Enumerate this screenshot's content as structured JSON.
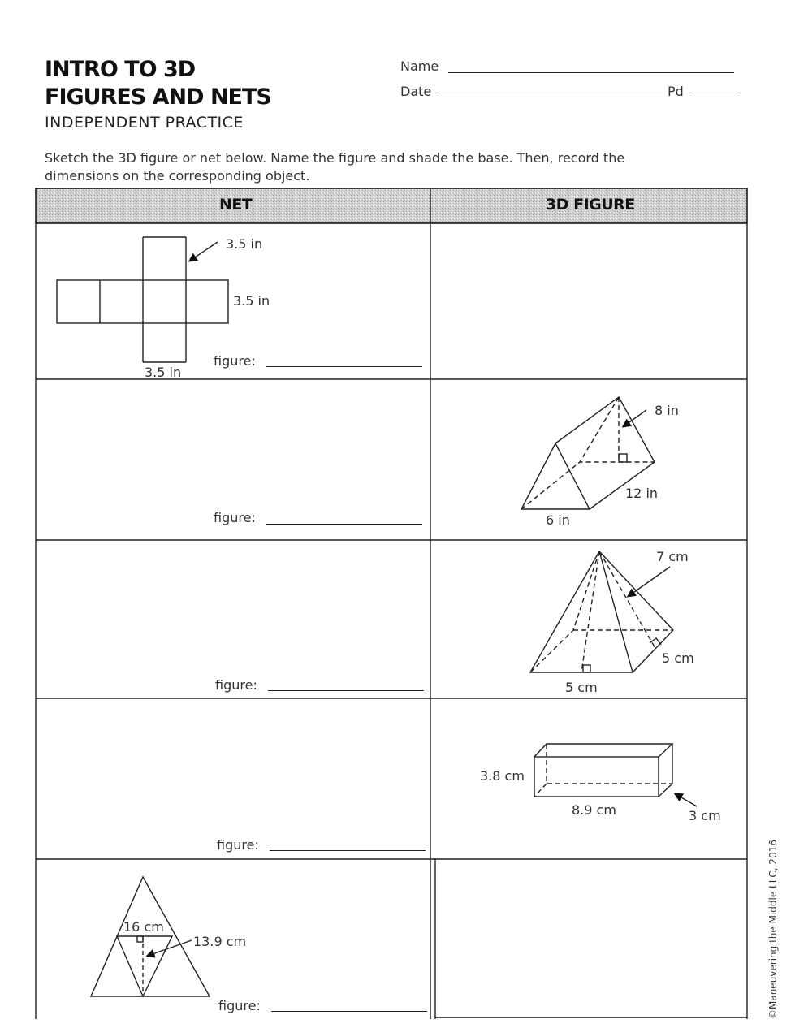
{
  "header": {
    "title_line1": "INTRO TO 3D",
    "title_line2": "FIGURES AND NETS",
    "subtitle": "INDEPENDENT PRACTICE",
    "name_label": "Name",
    "date_label": "Date",
    "pd_label": "Pd"
  },
  "instructions": {
    "line1": "Sketch the 3D figure or net below. Name the figure and shade the base. Then, record the",
    "line2": "dimensions on the corresponding object."
  },
  "table": {
    "col_net": "NET",
    "col_3d": "3D FIGURE",
    "figure_label": "figure:",
    "rows": [
      {
        "labels": [
          "3.5 in",
          "3.5 in",
          "3.5 in"
        ]
      },
      {
        "labels": [
          "8 in",
          "12 in",
          "6 in"
        ]
      },
      {
        "labels": [
          "7 cm",
          "5 cm",
          "5 cm"
        ]
      },
      {
        "labels": [
          "3.8 cm",
          "8.9 cm",
          "3 cm"
        ]
      },
      {
        "labels": [
          "16 cm",
          "13.9 cm"
        ]
      }
    ]
  },
  "footer": {
    "copyright": "©Maneuvering the Middle LLC, 2016"
  },
  "colors": {
    "header_fill": "#c9c9c9",
    "ink": "#222222"
  }
}
